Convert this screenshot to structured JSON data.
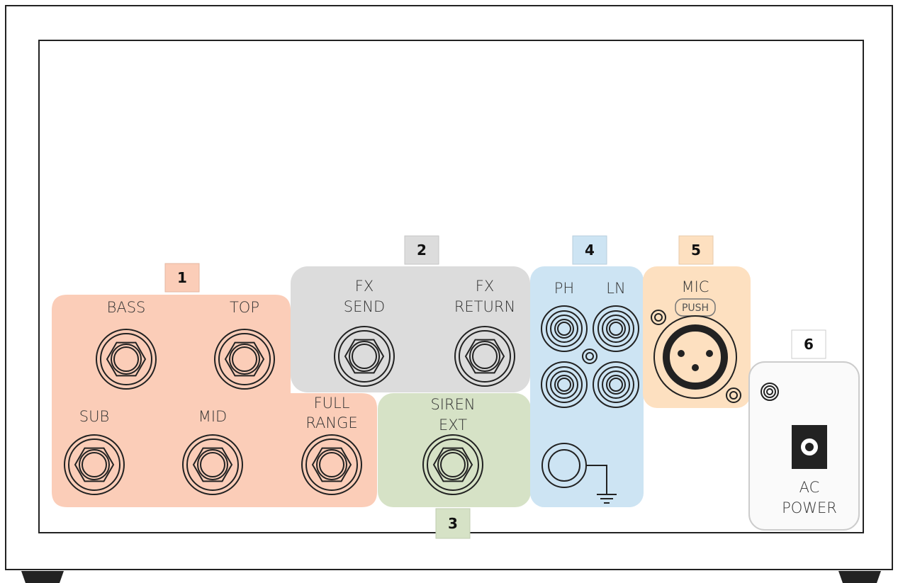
{
  "colors": {
    "zone_1": "#fbcdb8",
    "zone_2": "#dcdcdc",
    "zone_3": "#d6e2c6",
    "zone_4": "#cde4f3",
    "zone_5": "#fde0c0",
    "zone_6": "#fafafa",
    "badge_1": "#fbcdb8",
    "badge_2": "#dcdcdc",
    "badge_3": "#d6e2c6",
    "badge_4": "#cde4f3",
    "badge_5": "#fde0c0",
    "badge_6": "#ffffff"
  },
  "zones": {
    "z1": {
      "badge": "1",
      "labels": {
        "bass": "BASS",
        "top": "TOP",
        "sub": "SUB",
        "mid": "MID",
        "full_1": "FULL",
        "full_2": "RANGE"
      }
    },
    "z2": {
      "badge": "2",
      "labels": {
        "fx_send_1": "FX",
        "fx_send_2": "SEND",
        "fx_return_1": "FX",
        "fx_return_2": "RETURN"
      }
    },
    "z3": {
      "badge": "3",
      "labels": {
        "siren_1": "SIREN",
        "siren_2": "EXT"
      }
    },
    "z4": {
      "badge": "4",
      "labels": {
        "ph": "PH",
        "ln": "LN"
      }
    },
    "z5": {
      "badge": "5",
      "labels": {
        "mic": "MIC",
        "push": "PUSH"
      }
    },
    "z6": {
      "badge": "6",
      "labels": {
        "ac_1": "AC",
        "ac_2": "POWER"
      }
    }
  },
  "icons": {
    "jack": "quarter-inch-jack-icon",
    "rca": "rca-jack-icon",
    "xlr": "xlr-jack-icon",
    "ground": "ground-terminal-icon",
    "dc": "dc-power-jack-icon",
    "screw": "screw-icon"
  }
}
